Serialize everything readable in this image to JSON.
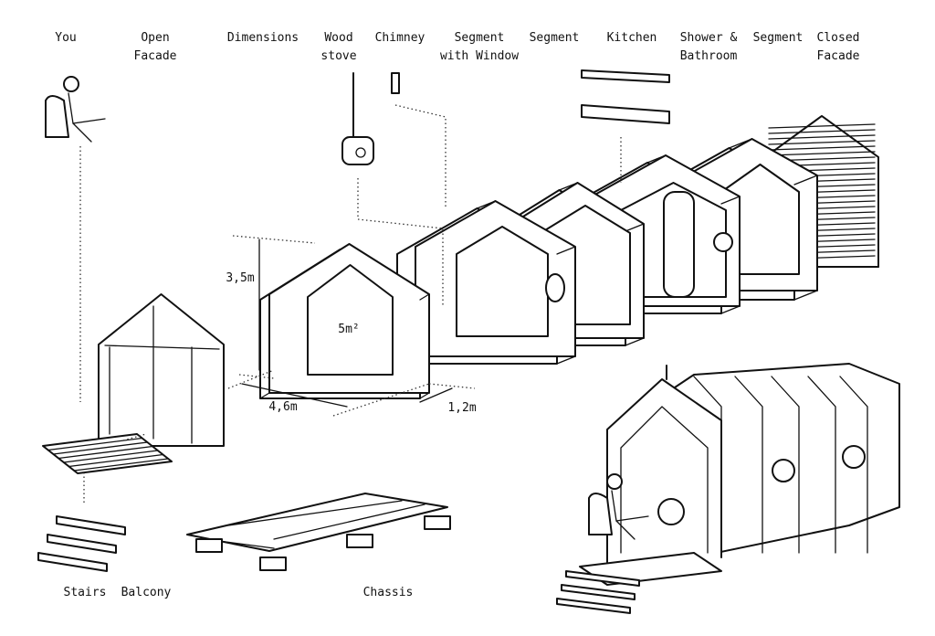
{
  "labels": {
    "you": [
      "You"
    ],
    "open_facade": [
      "Open",
      "Facade"
    ],
    "dimensions": [
      "Dimensions"
    ],
    "wood_stove": [
      "Wood",
      "stove"
    ],
    "chimney": [
      "Chimney"
    ],
    "segment_window": [
      "Segment",
      "with Window"
    ],
    "segment_1": [
      "Segment"
    ],
    "kitchen": [
      "Kitchen"
    ],
    "shower": [
      "Shower &",
      "Bathroom"
    ],
    "segment_2": [
      "Segment"
    ],
    "closed_facade": [
      "Closed",
      "Facade"
    ],
    "stairs": [
      "Stairs"
    ],
    "balcony": [
      "Balcony"
    ],
    "chassis": [
      "Chassis"
    ]
  },
  "dimensions": {
    "height": "3,5m",
    "area": "5m²",
    "length": "4,6m",
    "depth": "1,2m"
  }
}
